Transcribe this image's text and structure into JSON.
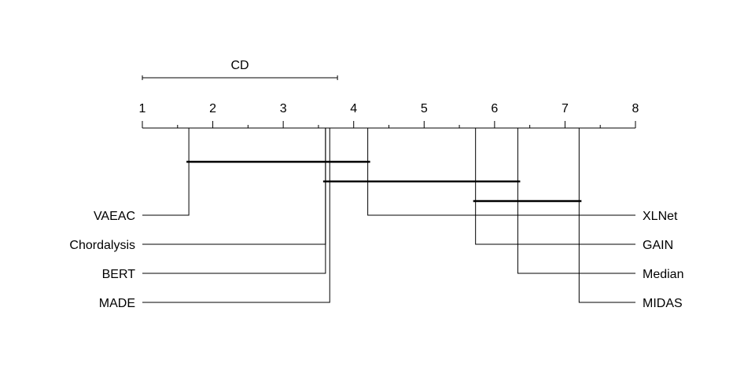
{
  "chart_data": {
    "type": "critical-difference",
    "cd_label": "CD",
    "critical_difference": 2.77,
    "axis": {
      "min": 1,
      "max": 8,
      "ticks": [
        1,
        2,
        3,
        4,
        5,
        6,
        7,
        8
      ],
      "tick_labels": [
        "1",
        "2",
        "3",
        "4",
        "5",
        "6",
        "7",
        "8"
      ]
    },
    "methods_left": [
      {
        "name": "VAEAC",
        "rank": 1.66
      },
      {
        "name": "Chordalysis",
        "rank": 3.6
      },
      {
        "name": "BERT",
        "rank": 3.6
      },
      {
        "name": "MADE",
        "rank": 3.66
      }
    ],
    "methods_right": [
      {
        "name": "XLNet",
        "rank": 4.2
      },
      {
        "name": "GAIN",
        "rank": 5.73
      },
      {
        "name": "Median",
        "rank": 6.33
      },
      {
        "name": "MIDAS",
        "rank": 7.2
      }
    ],
    "cliques": [
      {
        "from": 1.66,
        "to": 4.2
      },
      {
        "from": 3.6,
        "to": 6.33
      },
      {
        "from": 5.73,
        "to": 7.2
      }
    ],
    "colors": {
      "line": "#000000",
      "text": "#000000"
    }
  }
}
